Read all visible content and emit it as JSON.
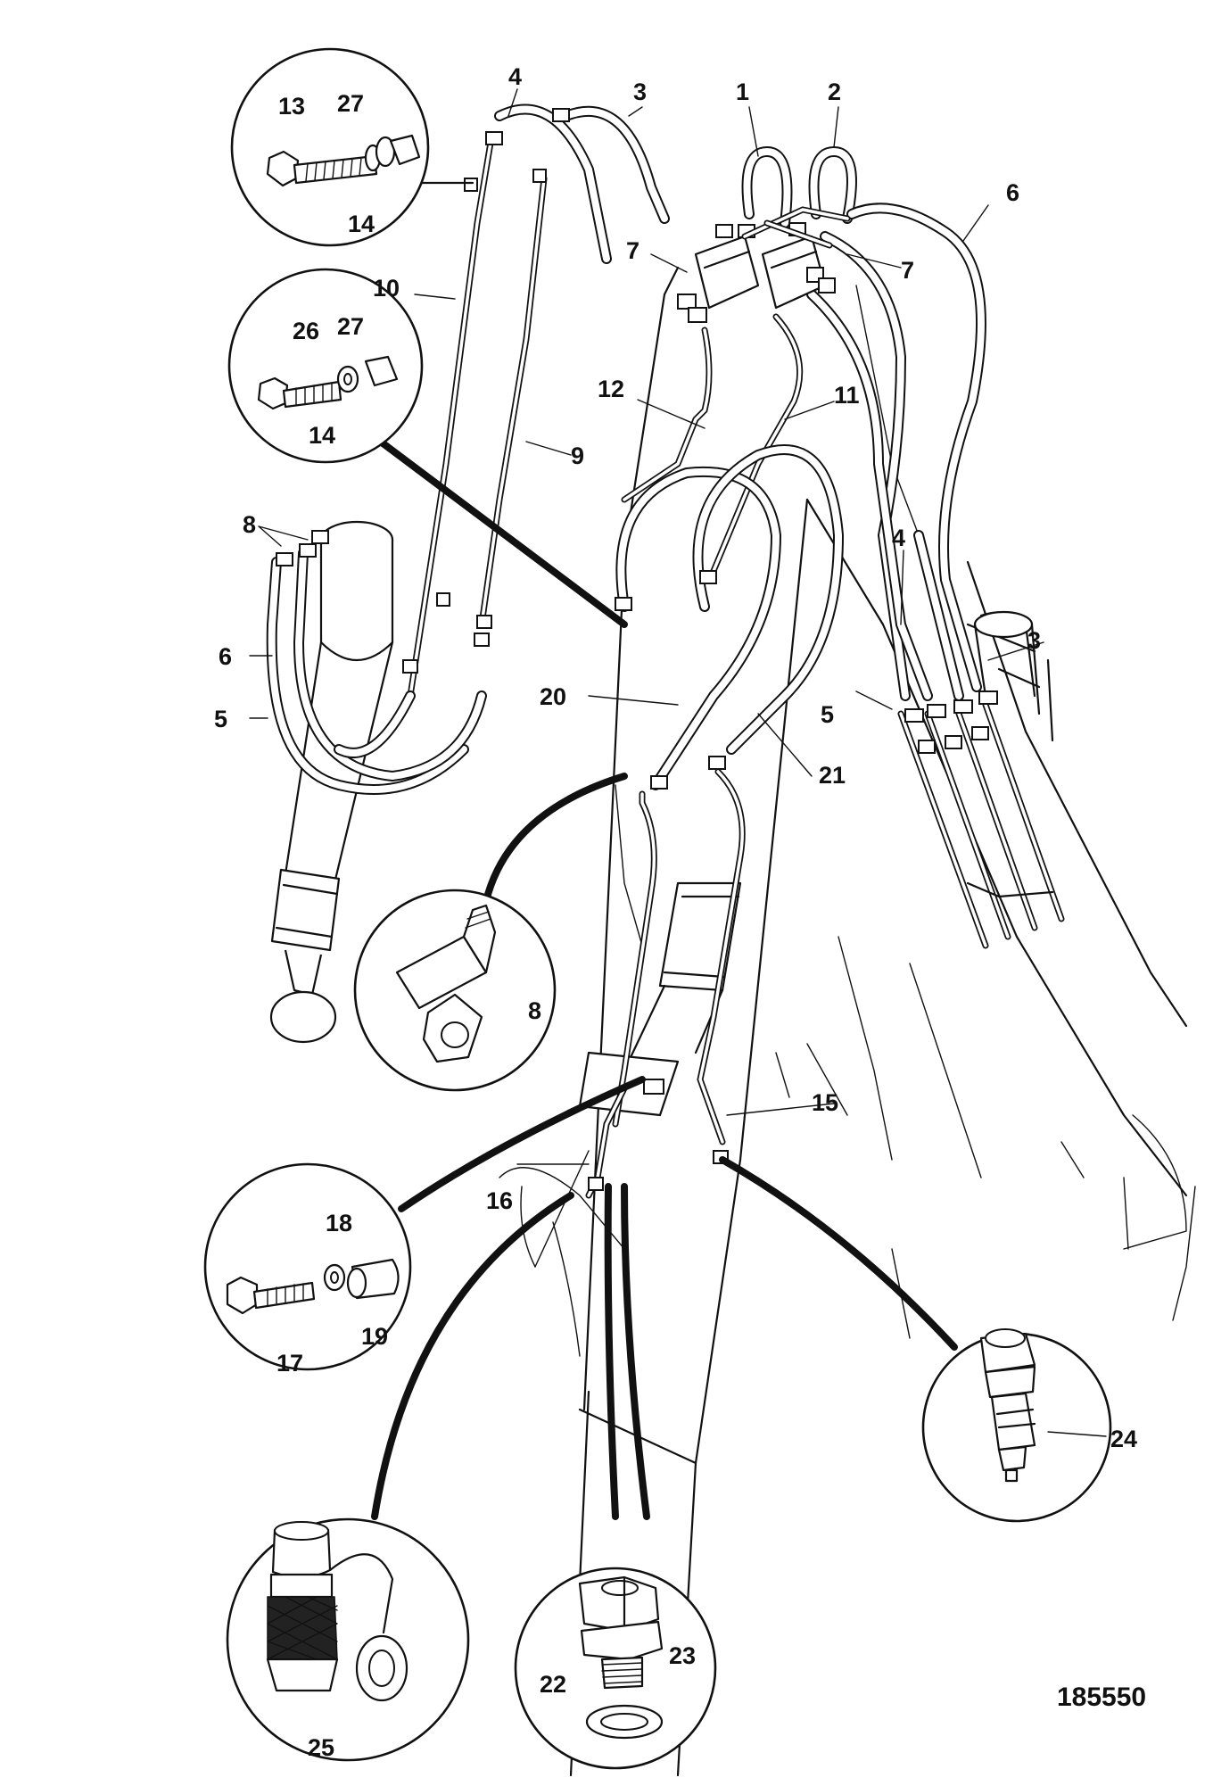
{
  "drawing_number": "185550",
  "callouts": {
    "c1": "1",
    "c2": "2",
    "c3a": "3",
    "c3b": "3",
    "c4a": "4",
    "c4b": "4",
    "c5a": "5",
    "c5b": "5",
    "c6a": "6",
    "c6b": "6",
    "c7a": "7",
    "c7b": "7",
    "c8a": "8",
    "c8b": "8",
    "c9": "9",
    "c10": "10",
    "c11": "11",
    "c12": "12",
    "c13": "13",
    "c14a": "14",
    "c14b": "14",
    "c15": "15",
    "c16": "16",
    "c17": "17",
    "c18": "18",
    "c19": "19",
    "c20": "20",
    "c21": "21",
    "c22": "22",
    "c23": "23",
    "c24": "24",
    "c25": "25",
    "c26": "26",
    "c27a": "27",
    "c27b": "27"
  }
}
